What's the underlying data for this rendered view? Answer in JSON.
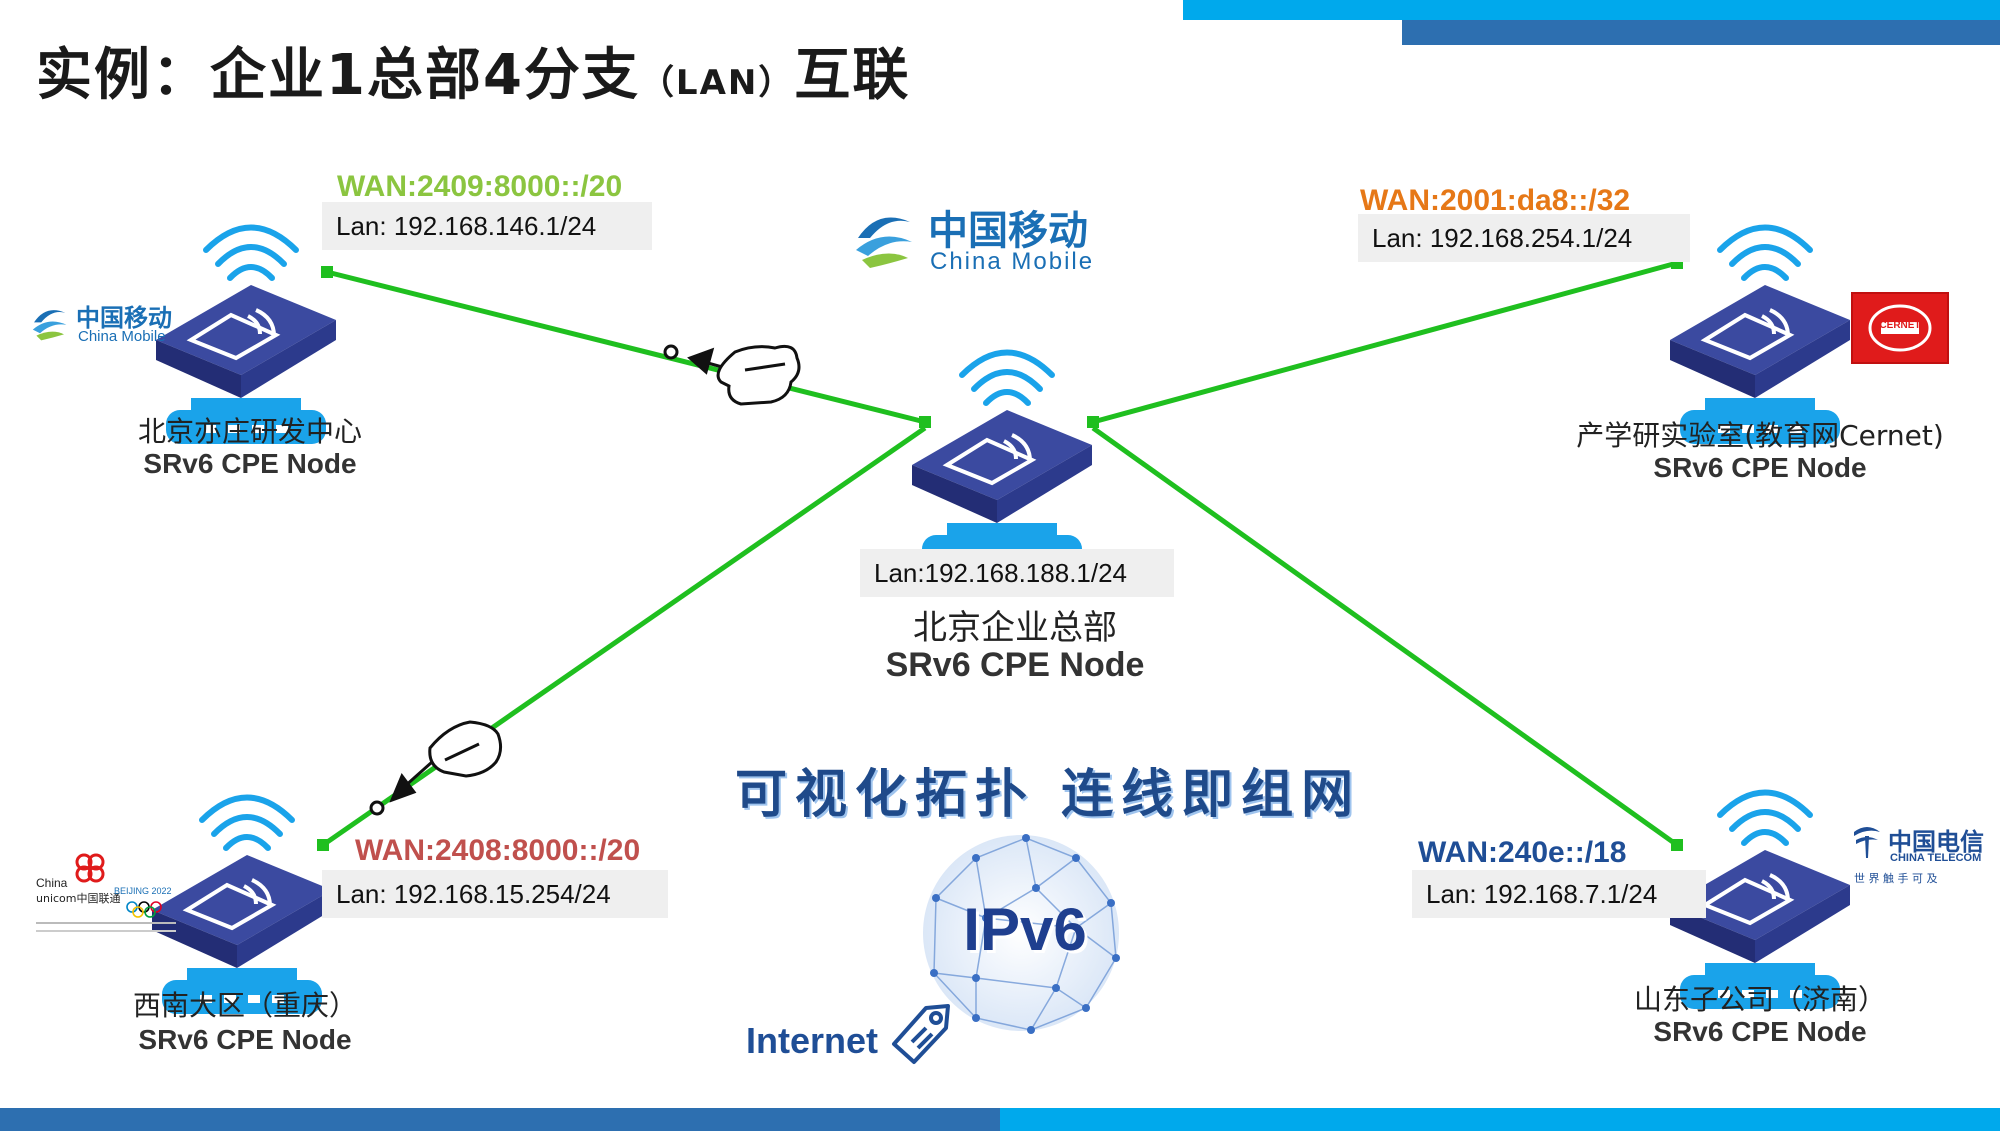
{
  "title": {
    "main": "实例：企业1总部4分支",
    "paren": "（LAN）",
    "suffix": "互联"
  },
  "colors": {
    "link": "#1fbf1f",
    "router_blue": "#1aa3ea",
    "router_dark": "#2c3a8c",
    "bar_dark": "#2d6fb0",
    "bar_light": "#00a9ec"
  },
  "nodes": {
    "hq": {
      "lan": "Lan:192.168.188.1/24",
      "name": "北京企业总部",
      "type": "SRv6 CPE Node",
      "logo_cn": "中国移动",
      "logo_en": "China Mobile"
    },
    "yizhuang": {
      "wan": "WAN:2409:8000::/20",
      "wan_color": "#8bc540",
      "lan": "Lan: 192.168.146.1/24",
      "name": "北京亦庄研发中心",
      "type": "SRv6 CPE Node",
      "logo_cn": "中国移动",
      "logo_en": "China Mobile"
    },
    "cernet": {
      "wan": "WAN:2001:da8::/32",
      "wan_color": "#e67817",
      "lan": "Lan: 192.168.254.1/24",
      "name": "产学研实验室(教育网Cernet)",
      "type": "SRv6 CPE Node",
      "logo_text": "CERNET"
    },
    "chongqing": {
      "wan": "WAN:2408:8000::/20",
      "wan_color": "#c0504d",
      "lan": "Lan: 192.168.15.254/24",
      "name": "西南大区（重庆）",
      "type": "SRv6 CPE Node",
      "logo_line1": "China",
      "logo_line2": "unicom中国联通",
      "logo_line3": "BEIJING 2022"
    },
    "jinan": {
      "wan": "WAN:240e::/18",
      "wan_color": "#1f4e96",
      "lan": "Lan: 192.168.7.1/24",
      "name": "山东子公司（济南）",
      "type": "SRv6 CPE Node",
      "logo_cn": "中国电信",
      "logo_en": "CHINA TELECOM",
      "logo_slogan": "世 界 触 手 可 及"
    }
  },
  "slogan": "可视化拓扑 连线即组网",
  "ipv6_label": "IPv6",
  "internet_label": "Internet"
}
